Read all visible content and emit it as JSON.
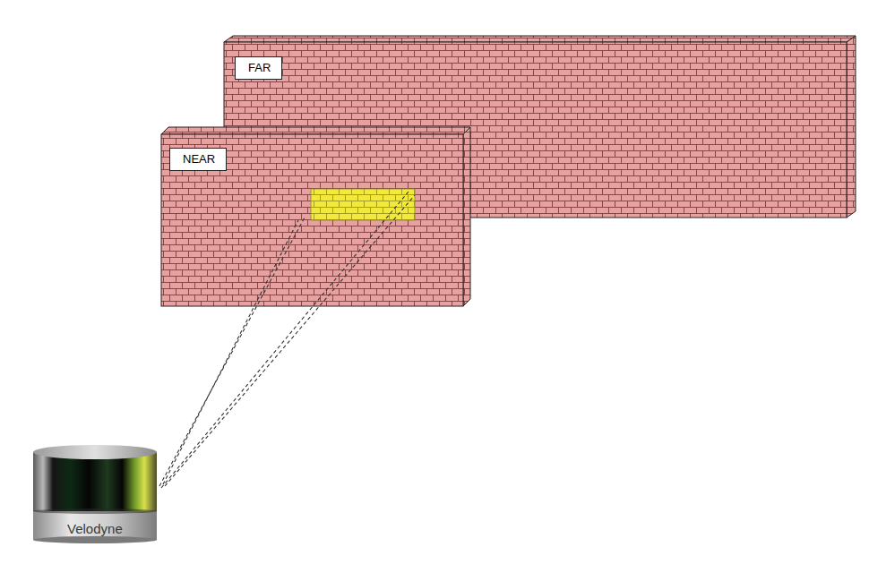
{
  "diagram": {
    "nodes": [
      {
        "text": [
          "FAR"
        ]
      },
      {
        "text": [
          "NEAR"
        ]
      }
    ],
    "labels": [
      "Velodyne"
    ]
  }
}
